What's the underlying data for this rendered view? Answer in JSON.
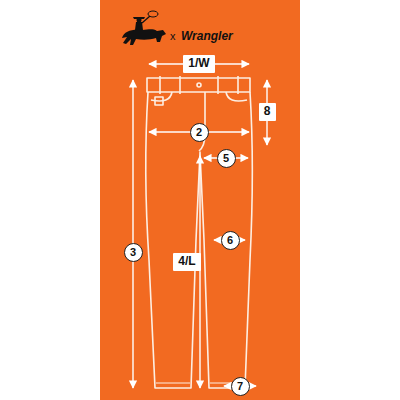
{
  "diagram": {
    "nodes": [
      {
        "text": [
          "1/W"
        ]
      },
      {
        "text": [
          "8"
        ]
      },
      {
        "text": [
          "2"
        ]
      },
      {
        "text": [
          "5"
        ]
      },
      {
        "text": [
          "6"
        ]
      },
      {
        "text": [
          "3"
        ]
      },
      {
        "text": [
          "4/L"
        ]
      },
      {
        "text": [
          "7"
        ]
      }
    ],
    "labels": [
      "x",
      "Wrangler"
    ]
  }
}
